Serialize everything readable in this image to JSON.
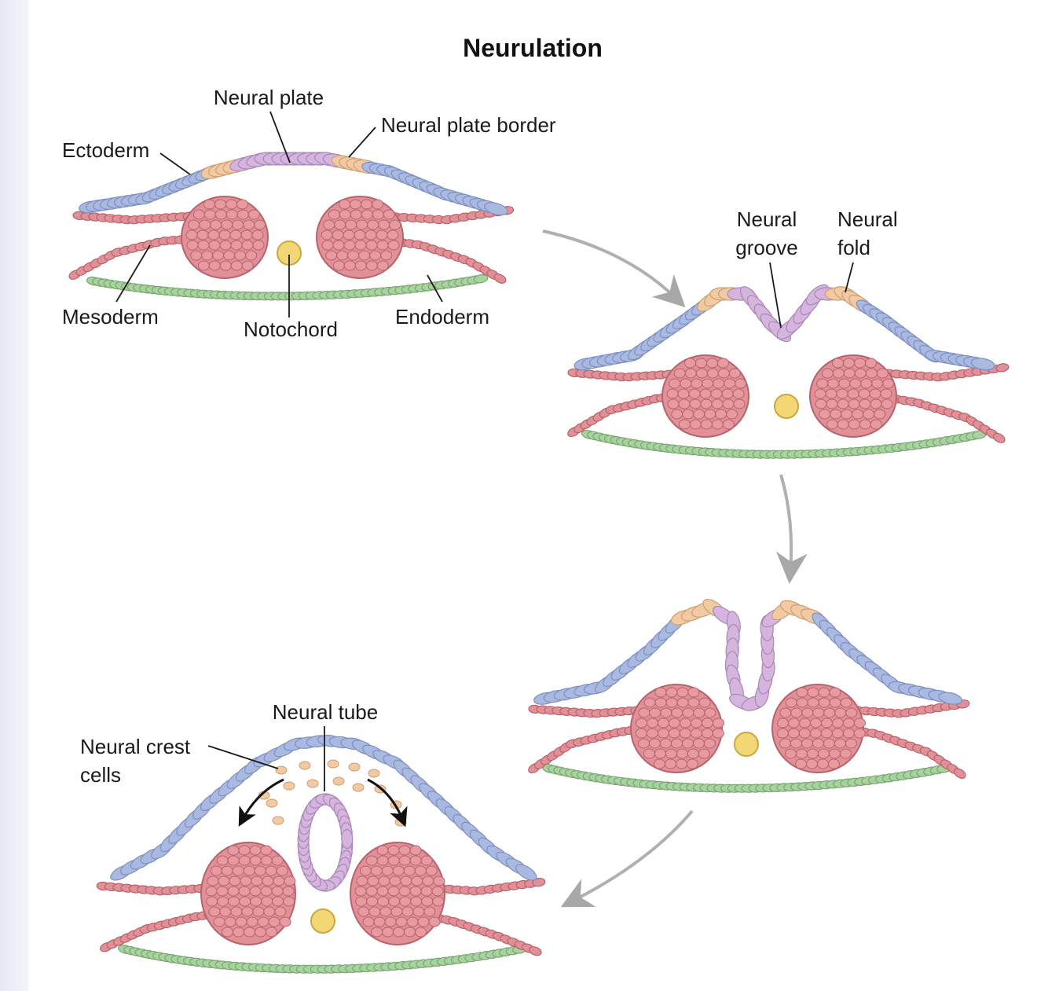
{
  "title": "Neurulation",
  "colors": {
    "ectoderm": "#a9b9e0",
    "ectoderm_stroke": "#7d90c4",
    "neural_plate": "#d5b5de",
    "neural_plate_stroke": "#a987b6",
    "plate_border": "#f1c9a2",
    "plate_border_stroke": "#cf9f74",
    "mesoderm": "#e19097",
    "mesoderm_stroke": "#b8636b",
    "endoderm": "#a9d2a0",
    "endoderm_stroke": "#78a86f",
    "notochord": "#f3d777",
    "notochord_stroke": "#c9a83d",
    "arrow": "#a8a8a8"
  },
  "labels": {
    "neural_plate": "Neural plate",
    "neural_plate_border": "Neural plate border",
    "ectoderm": "Ectoderm",
    "mesoderm": "Mesoderm",
    "notochord": "Notochord",
    "endoderm": "Endoderm",
    "neural_groove_1": "Neural",
    "neural_groove_2": "groove",
    "neural_fold_1": "Neural",
    "neural_fold_2": "fold",
    "neural_tube": "Neural tube",
    "neural_crest_1": "Neural crest",
    "neural_crest_2": "cells"
  }
}
